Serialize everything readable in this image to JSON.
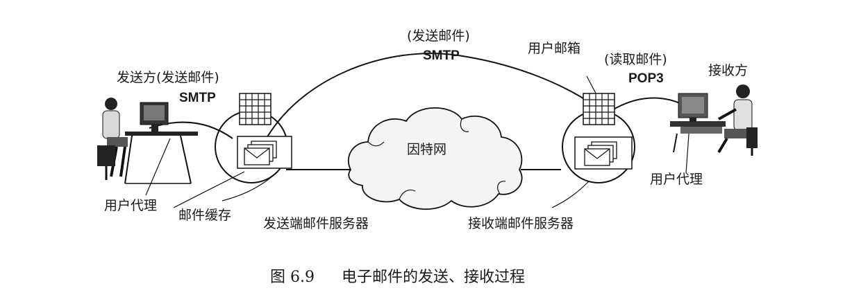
{
  "labels": {
    "sender_protocol_top": "发送方(发送邮件)",
    "sender_protocol_bottom": "SMTP",
    "transfer_protocol_top": "(发送邮件)",
    "transfer_protocol_bottom": "SMTP",
    "mailbox": "用户邮箱",
    "read_protocol_top": "(读取邮件)",
    "read_protocol_bottom": "POP3",
    "receiver": "接收方",
    "internet": "因特网",
    "user_agent_left": "用户代理",
    "mail_buffer": "邮件缓存",
    "sending_server": "发送端邮件服务器",
    "receiving_server": "接收端邮件服务器",
    "user_agent_right": "用户代理"
  },
  "caption": {
    "number": "图 6.9",
    "text": "电子邮件的发送、接收过程"
  },
  "icons": [
    "computer-user-icon",
    "mail-server-icon",
    "mailbox-grid-icon",
    "envelope-icon",
    "cloud-icon"
  ]
}
